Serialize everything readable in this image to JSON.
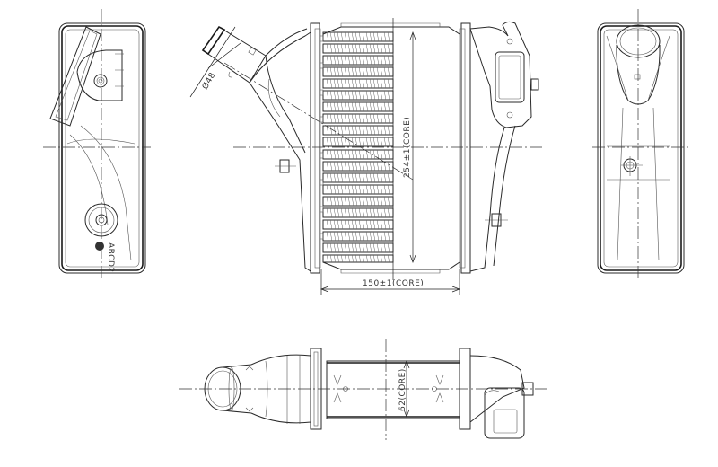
{
  "drawing": {
    "type": "technical-drawing",
    "subject": "intercooler",
    "views": [
      "left-side-view",
      "front-view",
      "right-side-view",
      "bottom-view"
    ]
  },
  "dimensions": {
    "core_height": "254±1(CORE)",
    "core_width": "150±1(CORE)",
    "core_depth": "62(CORE)",
    "inlet_diameter": "Ø48"
  },
  "markings": {
    "left_view_stamp": "ABCD2"
  },
  "colors": {
    "line": "#2a2a2a",
    "background": "#ffffff"
  }
}
